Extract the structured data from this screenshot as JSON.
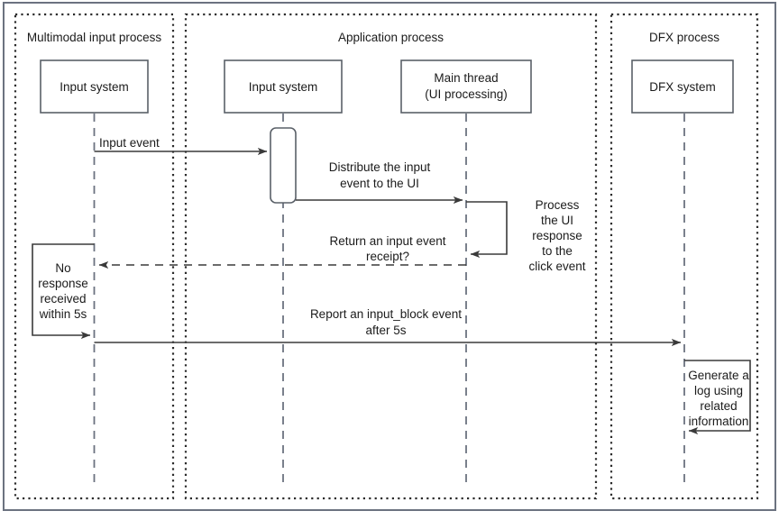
{
  "diagram": {
    "type": "uml-sequence-diagram",
    "title": "",
    "background_color": "#ffffff",
    "line_color": "#3a3a3a",
    "frame_color": "#6b7280",
    "text_color": "#1b1b1b"
  },
  "lanes": [
    {
      "id": "multimodal",
      "label": "Multimodal input process"
    },
    {
      "id": "application",
      "label": "Application process"
    },
    {
      "id": "dfx",
      "label": "DFX process"
    }
  ],
  "actors": [
    {
      "id": "mm-input-system",
      "lane": "multimodal",
      "label": "Input system"
    },
    {
      "id": "app-input-system",
      "lane": "application",
      "label": "Input system"
    },
    {
      "id": "main-thread",
      "lane": "application",
      "label_line1": "Main thread",
      "label_line2": "(UI processing)"
    },
    {
      "id": "dfx-system",
      "lane": "dfx",
      "label": "DFX system"
    }
  ],
  "messages": [
    {
      "id": "input-event",
      "label": "Input event",
      "from": "mm-input-system",
      "to": "app-input-system",
      "style": "solid",
      "direction": "right"
    },
    {
      "id": "distribute-input-event",
      "label_line1": "Distribute the input",
      "label_line2": "event to the UI",
      "from": "app-input-system",
      "to": "main-thread",
      "style": "solid",
      "direction": "right"
    },
    {
      "id": "return-input-event-receipt",
      "label_line1": "Return an input event",
      "label_line2": "receipt?",
      "from": "main-thread",
      "to": "mm-input-system",
      "style": "dashed",
      "direction": "left"
    },
    {
      "id": "report-input-block-event",
      "label_line1": "Report an input_block event",
      "label_line2": "after 5s",
      "from": "mm-input-system",
      "to": "dfx-system",
      "style": "solid",
      "direction": "right"
    }
  ],
  "self_messages": [
    {
      "id": "process-ui-response",
      "actor": "main-thread",
      "label_lines": [
        "Process",
        "the UI",
        "response",
        "to the",
        "click event"
      ],
      "label_side": "right"
    },
    {
      "id": "no-response-received",
      "actor": "mm-input-system",
      "label_lines": [
        "No",
        "response",
        "received",
        "within 5s"
      ],
      "label_side": "left"
    },
    {
      "id": "generate-log",
      "actor": "dfx-system",
      "label_lines": [
        "Generate a",
        "log using",
        "related",
        "information"
      ],
      "label_side": "right"
    }
  ],
  "activations": [
    {
      "id": "app-input-system-activation",
      "actor": "app-input-system"
    }
  ]
}
